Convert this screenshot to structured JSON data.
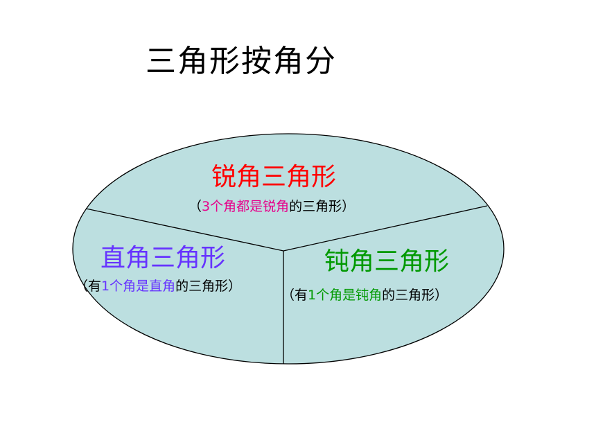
{
  "title": "三角形按角分",
  "colors": {
    "ellipse_fill": "#bcdfe0",
    "line": "#000000",
    "acute": "#ff0000",
    "acute_highlight": "#e6008a",
    "right": "#6633ff",
    "obtuse": "#009900"
  },
  "sections": {
    "acute": {
      "name": "锐角三角形",
      "desc": {
        "open": "（",
        "number": "3",
        "hl1": "个角都是锐角",
        "rest": "的三角形）"
      }
    },
    "right": {
      "name": "直角三角形",
      "desc": {
        "open": "（有",
        "number": "1",
        "hl1": "个角是直角",
        "rest": "的三角形）"
      }
    },
    "obtuse": {
      "name": "钝角三角形",
      "desc": {
        "open": "（有",
        "number": "1",
        "hl1": "个角是钝角",
        "rest": "的三角形）"
      }
    }
  }
}
